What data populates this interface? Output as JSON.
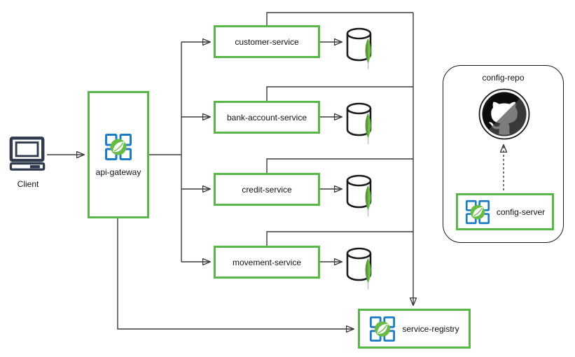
{
  "diagram": {
    "title_hint": "spring microservices architecture",
    "client": {
      "label": "Client"
    },
    "api_gateway": {
      "label": "api-gateway"
    },
    "services": [
      {
        "label": "customer-service"
      },
      {
        "label": "bank-account-service"
      },
      {
        "label": "credit-service"
      },
      {
        "label": "movement-service"
      }
    ],
    "service_registry": {
      "label": "service-registry"
    },
    "config_repo": {
      "label": "config-repo"
    },
    "config_server": {
      "label": "config-server"
    },
    "icons": {
      "client": "desktop-computer-icon",
      "spring": "spring-cloud-icon",
      "database": "mongodb-database-icon",
      "github": "github-icon"
    },
    "colors": {
      "box_border_green": "#57B847",
      "spring_blue": "#1E7CC5",
      "spring_leaf_green": "#68BC44",
      "mongo_green_dark": "#599636",
      "mongo_green_light": "#6CBF47",
      "client_icon_slate": "#2F3B4D",
      "connector_line": "#3a3a3a",
      "github_black": "#0B0B0B",
      "background": "#FFFFFF"
    }
  }
}
